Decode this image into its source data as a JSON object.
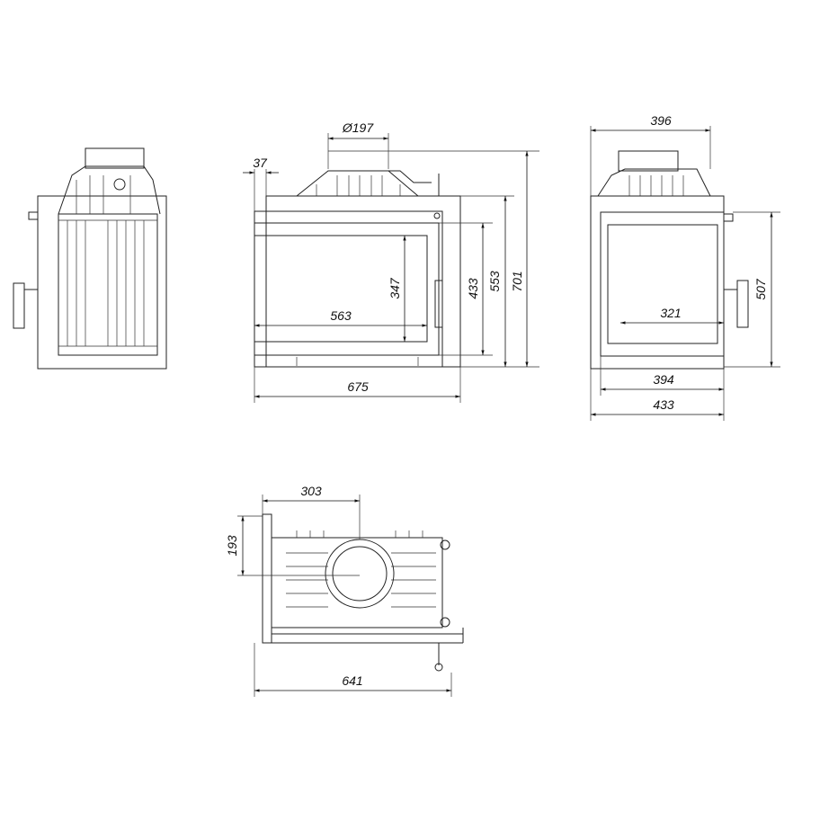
{
  "dimensions": {
    "front": {
      "flue_diameter": "Ø197",
      "side_offset": "37",
      "glass_height": "347",
      "glass_width": "563",
      "door_height": "433",
      "body_height": "553",
      "total_height": "701",
      "total_width": "675"
    },
    "side": {
      "top_depth": "396",
      "glass_width": "321",
      "height": "507",
      "door_width": "394",
      "total_depth": "433"
    },
    "top": {
      "flue_offset": "303",
      "flue_depth": "193",
      "width": "641"
    }
  }
}
